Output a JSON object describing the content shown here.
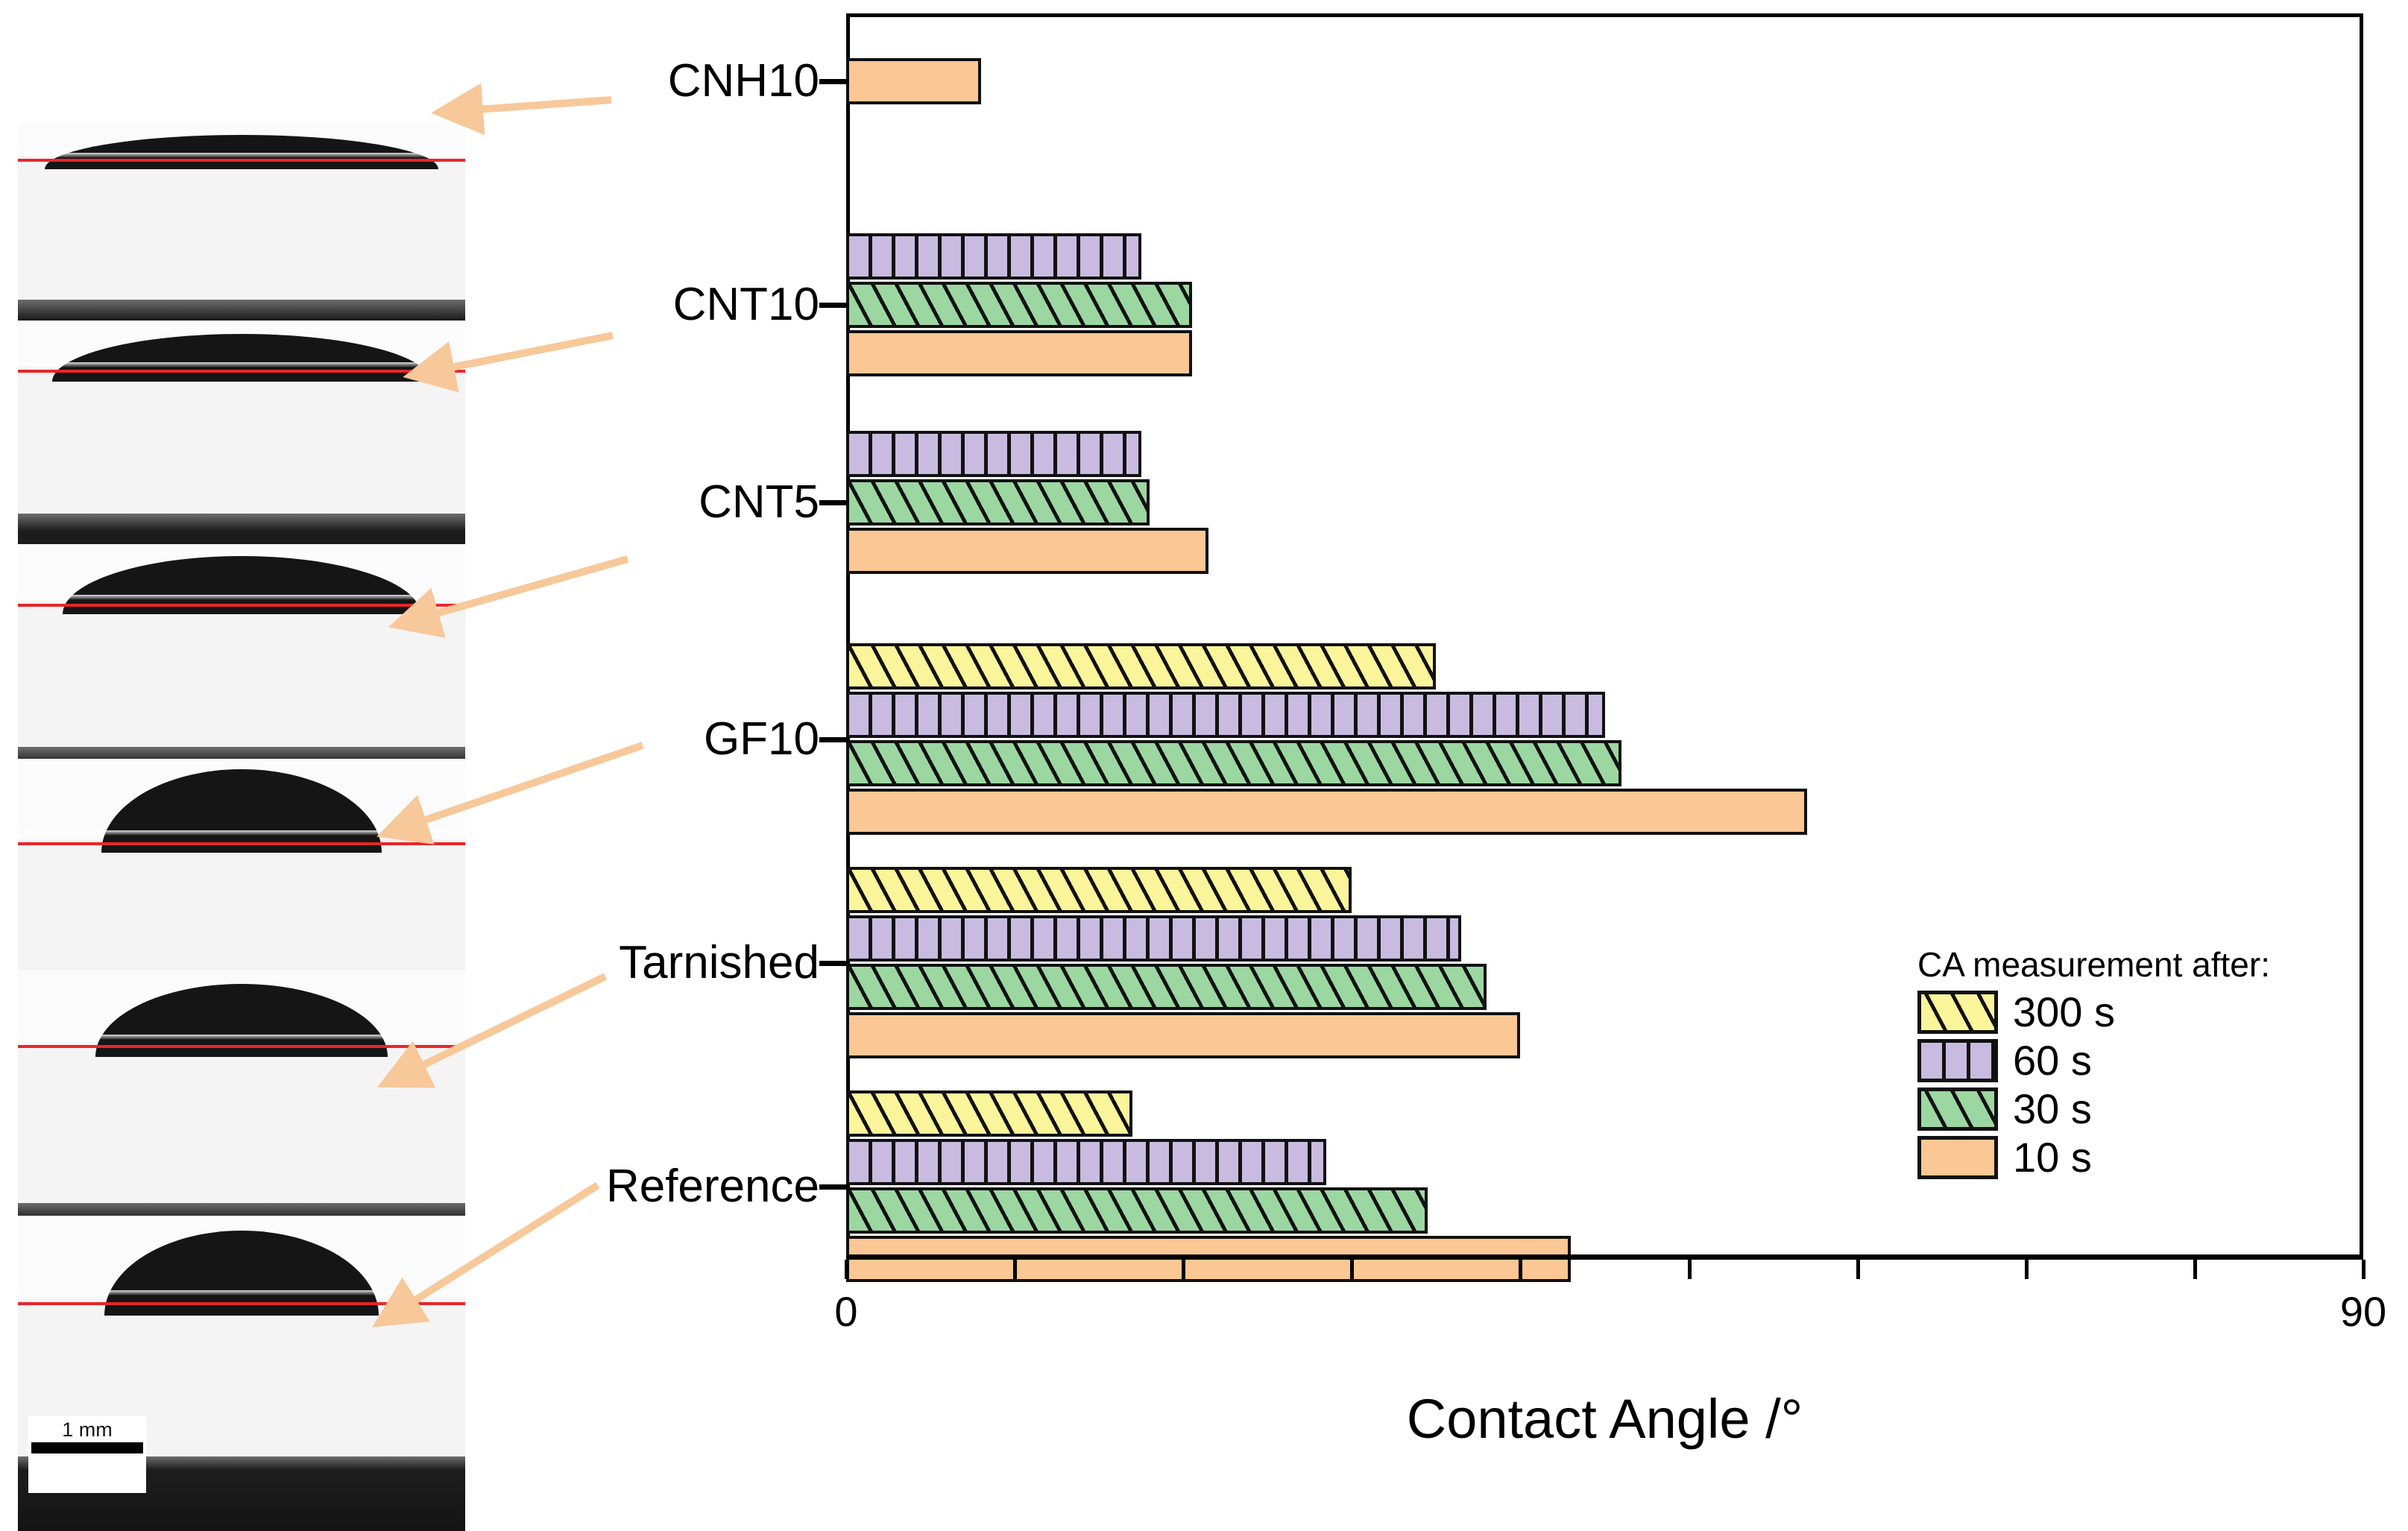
{
  "chart_data": {
    "type": "bar",
    "orientation": "horizontal",
    "title": "",
    "xlabel": "Contact Angle /°",
    "ylabel": "",
    "xlim": [
      0,
      90
    ],
    "xticks": [
      0,
      10,
      20,
      30,
      40,
      50,
      60,
      70,
      80,
      90
    ],
    "xtick_labels": [
      "0",
      "",
      "",
      "",
      "",
      "",
      "",
      "",
      "",
      "90"
    ],
    "grid": false,
    "legend_title": "CA measurement after:",
    "legend_position": "right-middle",
    "categories": [
      "CNH10",
      "CNT10",
      "CNT5",
      "GF10",
      "Tarnished",
      "Reference"
    ],
    "series": [
      {
        "name": "300 s",
        "color": "#faf59a",
        "hatch": "diag",
        "values": [
          null,
          null,
          null,
          35.0,
          30.0,
          17.0
        ]
      },
      {
        "name": "60 s",
        "color": "#c9bbe0",
        "hatch": "vert",
        "values": [
          null,
          17.5,
          17.5,
          45.0,
          36.5,
          28.5
        ]
      },
      {
        "name": "30 s",
        "color": "#9cd7a2",
        "hatch": "diag",
        "values": [
          null,
          20.5,
          18.0,
          46.0,
          38.0,
          34.5
        ]
      },
      {
        "name": "10 s",
        "color": "#fbc794",
        "hatch": "none",
        "values": [
          8.0,
          20.5,
          21.5,
          57.0,
          40.0,
          43.0
        ]
      }
    ]
  },
  "legend": {
    "title": "CA measurement after:",
    "entries": [
      {
        "label": "300 s",
        "swatch": "yellow-diagonal-hatch"
      },
      {
        "label": "60 s",
        "swatch": "purple-vertical-hatch"
      },
      {
        "label": "30 s",
        "swatch": "green-diagonal-hatch"
      },
      {
        "label": "10 s",
        "swatch": "orange-solid"
      }
    ]
  },
  "axis": {
    "x_title": "Contact Angle /°",
    "x_min_label": "0",
    "x_max_label": "90"
  },
  "category_labels": [
    "CNH10",
    "CNT10",
    "CNT5",
    "GF10",
    "Tarnished",
    "Reference"
  ],
  "photos": {
    "scale_bar_label": "1 mm",
    "items": [
      {
        "sample": "CNH10"
      },
      {
        "sample": "CNT10"
      },
      {
        "sample": "CNT5"
      },
      {
        "sample": "GF10"
      },
      {
        "sample": "Tarnished"
      },
      {
        "sample": "Reference"
      }
    ]
  },
  "colors": {
    "s300": "#faf59a",
    "s60": "#c9bbe0",
    "s30": "#9cd7a2",
    "s10": "#fbc794",
    "arrow": "#f7c89a",
    "baseline": "#e8262a",
    "outline": "#111111"
  }
}
